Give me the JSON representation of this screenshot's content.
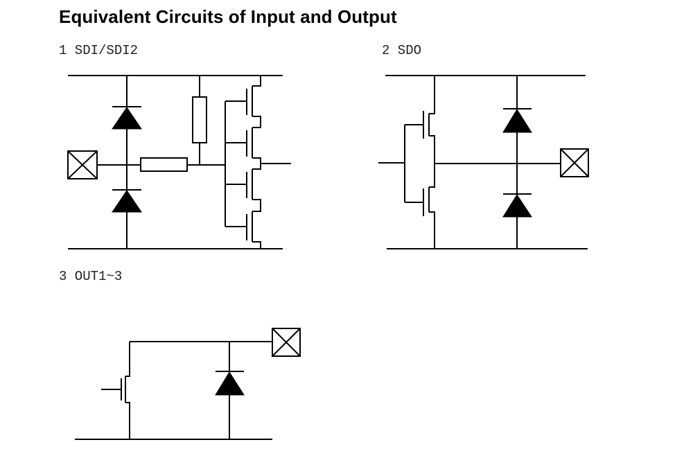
{
  "title": "Equivalent Circuits of Input and Output",
  "circuits": [
    {
      "label": "1 SDI/SDI2"
    },
    {
      "label": "2 SDO"
    },
    {
      "label": "3 OUT1~3"
    }
  ]
}
